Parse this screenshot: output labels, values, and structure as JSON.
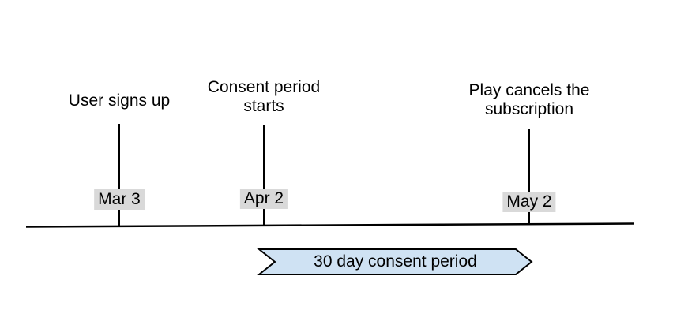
{
  "diagram": {
    "title": "subscription-cancellation-timeline",
    "events": [
      {
        "caption": "User signs up",
        "date": "Mar 3"
      },
      {
        "caption": "Consent period\nstarts",
        "date": "Apr 2"
      },
      {
        "caption": "Play cancels the\nsubscription",
        "date": "May 2"
      }
    ],
    "period": {
      "label": "30 day consent period"
    },
    "colors": {
      "background": "#ffffff",
      "line": "#000000",
      "text": "#000000",
      "date_label_bg": "#d9d9d9",
      "period_fill": "#cfe2f3",
      "period_border": "#000000"
    }
  }
}
